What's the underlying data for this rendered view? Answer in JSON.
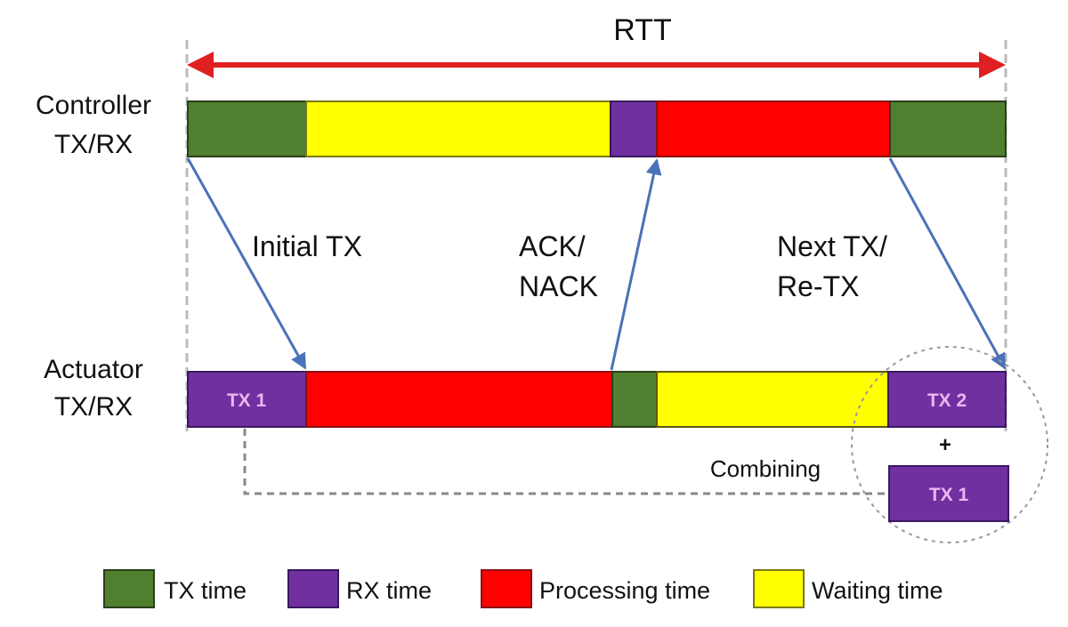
{
  "title": "RTT",
  "rows": {
    "controller": {
      "label_line1": "Controller",
      "label_line2": "TX/RX"
    },
    "actuator": {
      "label_line1": "Actuator",
      "label_line2": "TX/RX"
    }
  },
  "controller_segments": [
    {
      "type": "tx",
      "label": ""
    },
    {
      "type": "wait",
      "label": ""
    },
    {
      "type": "rx",
      "label": ""
    },
    {
      "type": "proc",
      "label": ""
    },
    {
      "type": "tx",
      "label": ""
    }
  ],
  "actuator_segments": [
    {
      "type": "rx",
      "label": "TX 1"
    },
    {
      "type": "proc",
      "label": ""
    },
    {
      "type": "tx",
      "label": ""
    },
    {
      "type": "wait",
      "label": ""
    },
    {
      "type": "rx",
      "label": "TX 2"
    }
  ],
  "arrows": {
    "initial_tx": "Initial TX",
    "ack_line1": "ACK/",
    "ack_line2": "NACK",
    "next_line1": "Next TX/",
    "next_line2": "Re-TX"
  },
  "combining": {
    "label": "Combining",
    "plus": "+",
    "block_label": "TX 1"
  },
  "legend": [
    {
      "type": "tx",
      "label": "TX time"
    },
    {
      "type": "rx",
      "label": "RX time"
    },
    {
      "type": "proc",
      "label": "Processing time"
    },
    {
      "type": "wait",
      "label": "Waiting time"
    }
  ],
  "colors": {
    "tx": "#4f7f2f",
    "rx": "#7030a0",
    "proc": "#ff0000",
    "wait": "#ffff00",
    "arrow": "#4a72b8",
    "rtt": "#e02020"
  }
}
